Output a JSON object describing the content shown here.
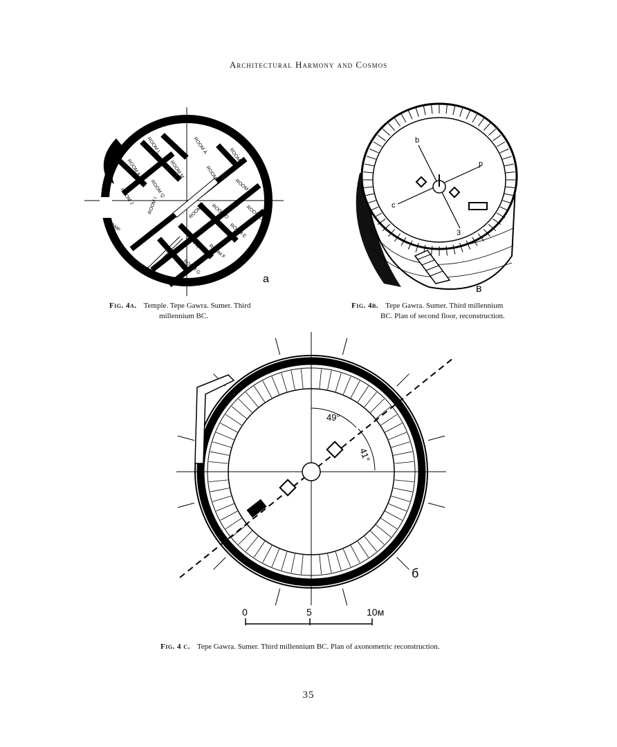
{
  "running_head": "Architectural Harmony and Cosmos",
  "figure_a": {
    "panel_letter": "a",
    "caption_label": "Fig. 4a.",
    "caption_line1": "Temple. Tepe Gawra. Sumer. Third",
    "caption_line2": "millennium BC.",
    "rooms": {
      "a": "ROOM A",
      "b": "ROOM B",
      "c": "ROOM C",
      "d": "ROOM D",
      "e": "ROOM E",
      "f": "ROOM F",
      "g": "ROOM G",
      "h": "ROOM H",
      "i": "ROOM I",
      "j": "ROOM J",
      "k": "ROOM K",
      "l": "ROOM L",
      "m": "ROOM M",
      "n": "ROOM N",
      "o": "ROOM O",
      "p": "ROOM P",
      "q": "ROOM Q",
      "ramp": "RAMP"
    }
  },
  "figure_b": {
    "panel_letter": "в",
    "caption_label": "Fig. 4b.",
    "caption_line1": "Tepe Gawra. Sumer. Third millennium",
    "caption_line2": "BC. Plan of second floor, reconstruction.",
    "axis_labels": {
      "b": "b",
      "p": "p",
      "c": "c",
      "z": "3"
    }
  },
  "figure_c": {
    "panel_letter": "б",
    "angle_1": "49°",
    "angle_2": "41°",
    "scale_labels": [
      "0",
      "5",
      "10м"
    ],
    "caption_label": "Fig. 4 c.",
    "caption_text": "Tepe Gawra. Sumer. Third millennium BC. Plan of axonometric reconstruction."
  },
  "page_number": "35"
}
